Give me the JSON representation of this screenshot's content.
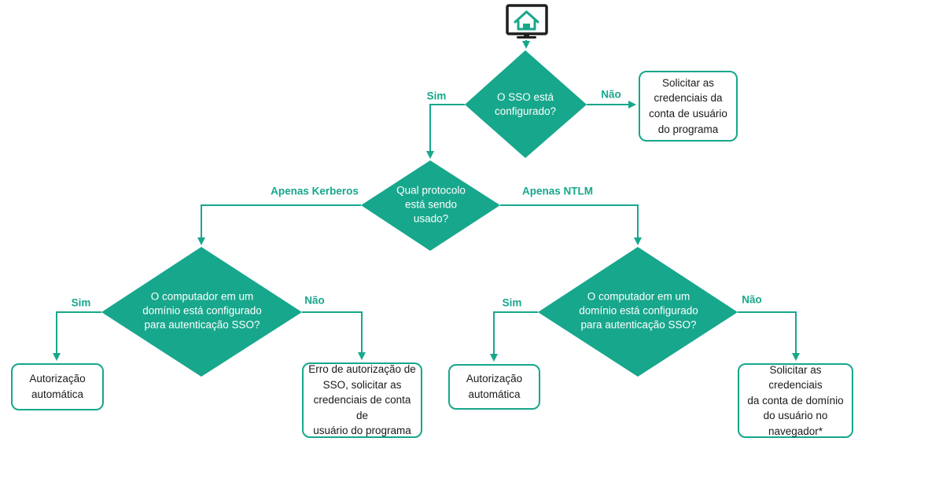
{
  "flowchart": {
    "accent_color": "#17A78C",
    "monitor_icon_color": "#1f1f1f",
    "start": {
      "icon": "monitor-home-icon"
    },
    "decisions": {
      "sso_configured": {
        "label": "O SSO está\nconfigurado?"
      },
      "protocol": {
        "label": "Qual protocolo\nestá sendo\nusado?"
      },
      "kerberos_domain": {
        "label": "O computador em um\ndomínio está configurado\npara autenticação SSO?"
      },
      "ntlm_domain": {
        "label": "O computador em um\ndomínio está configurado\npara autenticação SSO?"
      }
    },
    "results": {
      "program_credentials": {
        "label": "Solicitar as\ncredenciais da\nconta de usuário\ndo programa"
      },
      "auto_auth_kerberos": {
        "label": "Autorização\nautomática"
      },
      "sso_error": {
        "label": "Erro de autorização de\nSSO, solicitar as\ncredenciais de conta de\nusuário do programa"
      },
      "auto_auth_ntlm": {
        "label": "Autorização\nautomática"
      },
      "browser_credentials": {
        "label": "Solicitar as credenciais\nda conta de domínio\ndo usuário no\nnavegador*"
      }
    },
    "edges": {
      "sso_yes": "Sim",
      "sso_no": "Não",
      "protocol_kerberos": "Apenas Kerberos",
      "protocol_ntlm": "Apenas NTLM",
      "kerberos_yes": "Sim",
      "kerberos_no": "Não",
      "ntlm_yes": "Sim",
      "ntlm_no": "Não"
    }
  }
}
